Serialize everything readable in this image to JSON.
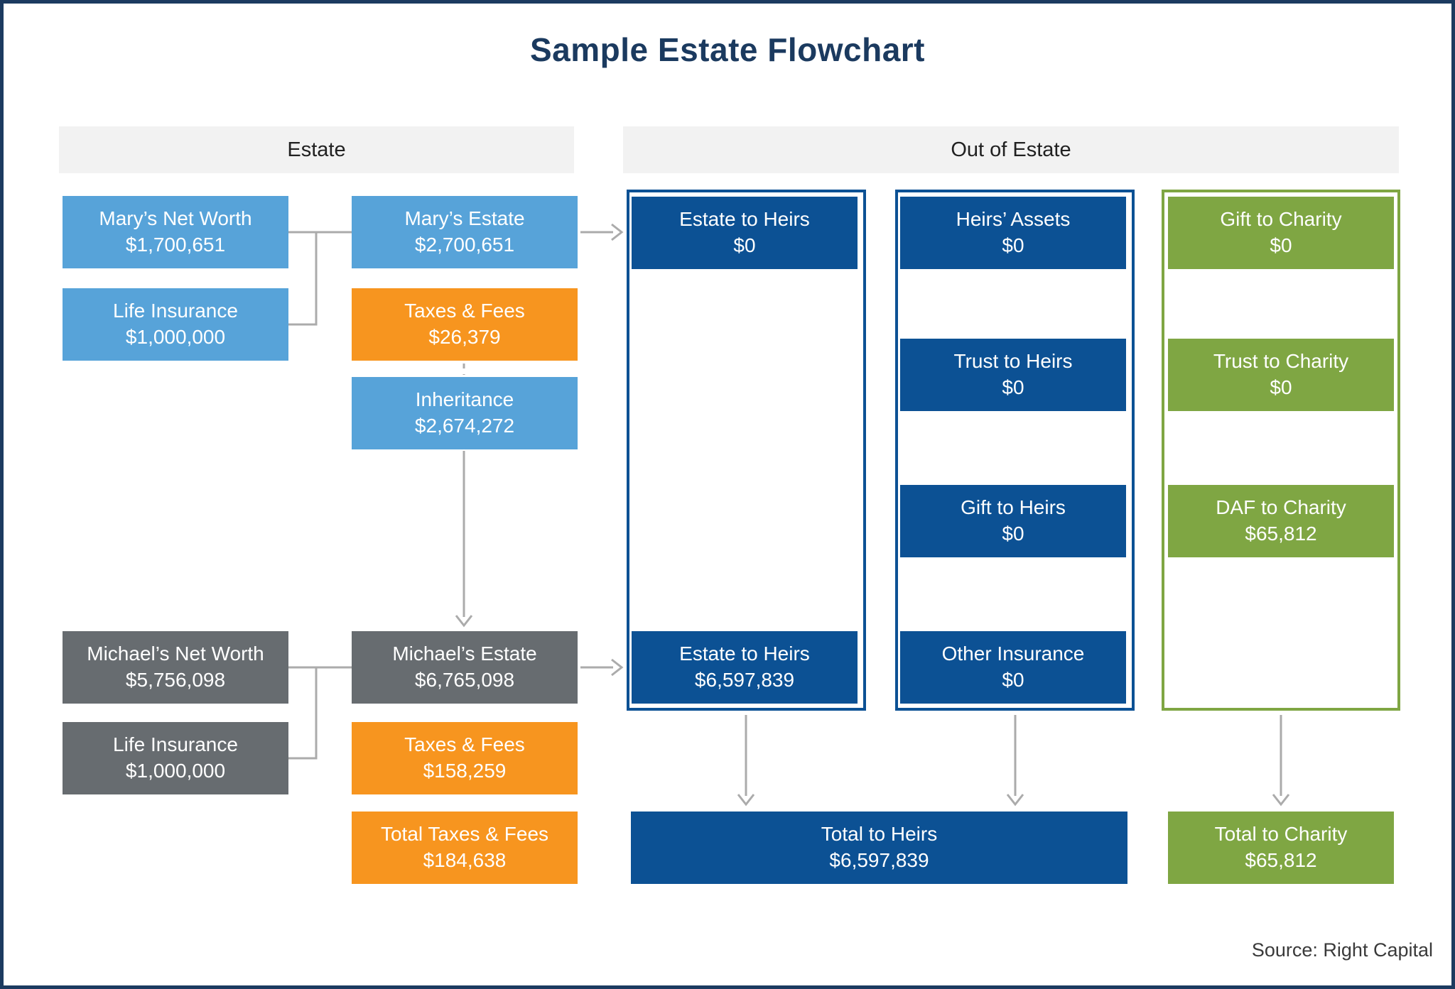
{
  "title": "Sample Estate Flowchart",
  "source_note": "Source: Right Capital",
  "headers": {
    "estate": "Estate",
    "out_of_estate": "Out of Estate"
  },
  "colors": {
    "light_blue": "#57A3D9",
    "orange": "#F7951F",
    "slate_gray": "#676C70",
    "dark_blue": "#0C5194",
    "green": "#7FA643",
    "navy_accent": "#1C3B60",
    "band_background": "#F2F2F2",
    "arrow_gray": "#ABABAB"
  },
  "nodes": {
    "marys_net_worth": {
      "label": "Mary’s Net Worth",
      "value": "$1,700,651"
    },
    "marys_life_insurance": {
      "label": "Life Insurance",
      "value": "$1,000,000"
    },
    "marys_estate": {
      "label": "Mary’s Estate",
      "value": "$2,700,651"
    },
    "marys_taxes_fees": {
      "label": "Taxes & Fees",
      "value": "$26,379"
    },
    "inheritance": {
      "label": "Inheritance",
      "value": "$2,674,272"
    },
    "michaels_net_worth": {
      "label": "Michael’s Net Worth",
      "value": "$5,756,098"
    },
    "michaels_life_insurance": {
      "label": "Life Insurance",
      "value": "$1,000,000"
    },
    "michaels_estate": {
      "label": "Michael’s Estate",
      "value": "$6,765,098"
    },
    "michaels_taxes_fees": {
      "label": "Taxes & Fees",
      "value": "$158,259"
    },
    "total_taxes_fees": {
      "label": "Total Taxes & Fees",
      "value": "$184,638"
    },
    "estate_to_heirs_top": {
      "label": "Estate to Heirs",
      "value": "$0"
    },
    "estate_to_heirs_bottom": {
      "label": "Estate to Heirs",
      "value": "$6,597,839"
    },
    "heirs_assets": {
      "label": "Heirs’ Assets",
      "value": "$0"
    },
    "trust_to_heirs": {
      "label": "Trust to Heirs",
      "value": "$0"
    },
    "gift_to_heirs": {
      "label": "Gift to Heirs",
      "value": "$0"
    },
    "other_insurance": {
      "label": "Other Insurance",
      "value": "$0"
    },
    "gift_to_charity": {
      "label": "Gift to Charity",
      "value": "$0"
    },
    "trust_to_charity": {
      "label": "Trust to Charity",
      "value": "$0"
    },
    "daf_to_charity": {
      "label": "DAF to Charity",
      "value": "$65,812"
    },
    "total_to_heirs": {
      "label": "Total to Heirs",
      "value": "$6,597,839"
    },
    "total_to_charity": {
      "label": "Total to Charity",
      "value": "$65,812"
    }
  }
}
